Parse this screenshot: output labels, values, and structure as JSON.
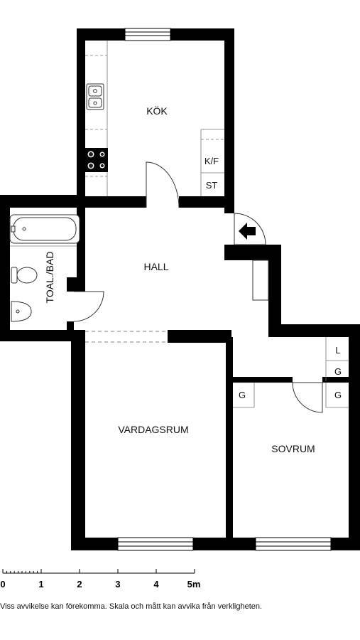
{
  "rooms": {
    "kitchen": "KÖK",
    "hall": "HALL",
    "bathroom": "TOAL./BAD",
    "living": "VARDAGSRUM",
    "bedroom": "SOVRUM"
  },
  "fixtures": {
    "fridge_freezer": "K/F",
    "storage": "ST",
    "linen": "L",
    "wardrobe_hall": "G",
    "wardrobe_bedroom_left": "G",
    "wardrobe_bedroom_right": "G"
  },
  "scale": {
    "ticks": [
      "0",
      "1",
      "2",
      "3",
      "4",
      "5m"
    ]
  },
  "disclaimer": "Viss avvikelse kan förekomma. Skala och mått kan avvika från verkligheten."
}
